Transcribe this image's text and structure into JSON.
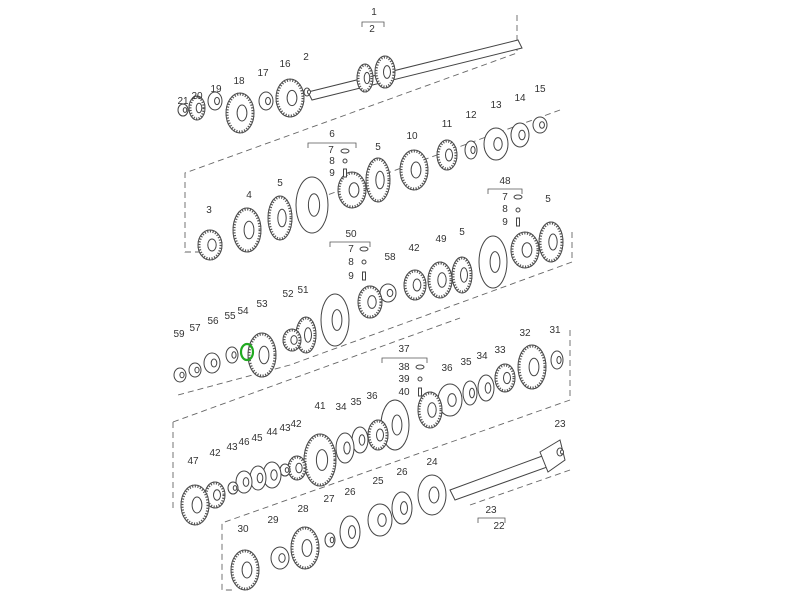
{
  "diagram": {
    "highlight_color": "#22aa22",
    "callouts": [
      "1",
      "2",
      "2",
      "16",
      "17",
      "18",
      "19",
      "20",
      "21",
      "11",
      "12",
      "13",
      "14",
      "15",
      "6",
      "7",
      "8",
      "9",
      "5",
      "10",
      "3",
      "4",
      "5",
      "48",
      "7",
      "8",
      "9",
      "5",
      "50",
      "7",
      "8",
      "9",
      "58",
      "42",
      "49",
      "5",
      "52",
      "51",
      "53",
      "54",
      "55",
      "56",
      "57",
      "59",
      "32",
      "31",
      "37",
      "38",
      "39",
      "40",
      "36",
      "35",
      "34",
      "33",
      "41",
      "34",
      "35",
      "36",
      "42",
      "43",
      "44",
      "45",
      "46",
      "43",
      "42",
      "47",
      "23",
      "24",
      "26",
      "25",
      "26",
      "27",
      "28",
      "29",
      "30",
      "23",
      "22"
    ],
    "highlighted_part": "54"
  }
}
